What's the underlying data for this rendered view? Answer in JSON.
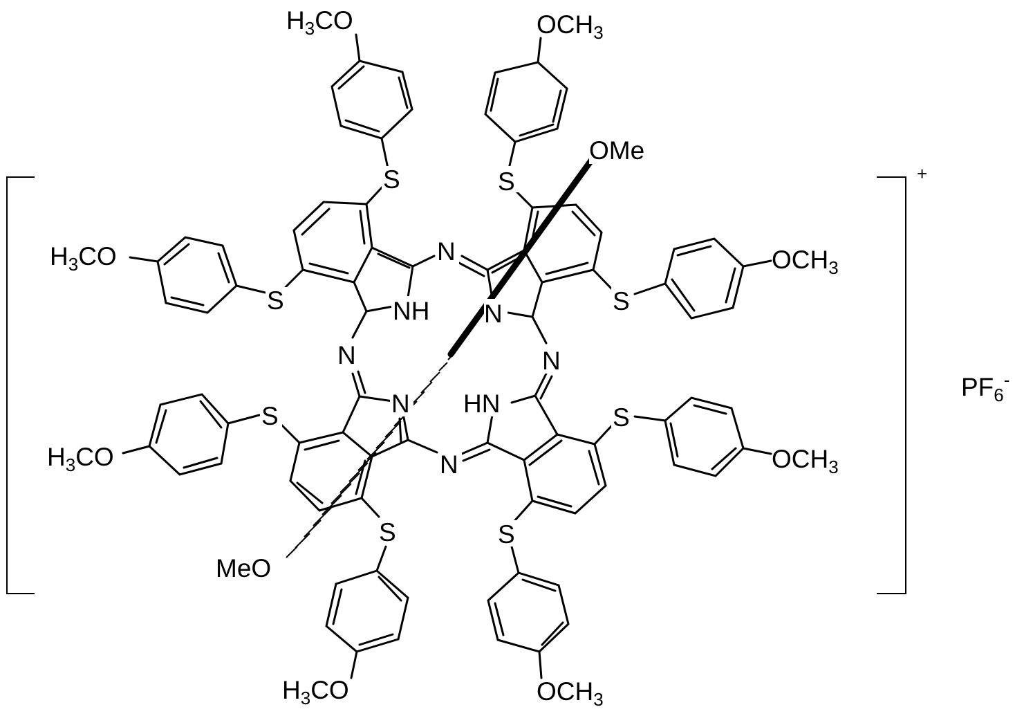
{
  "labels": {
    "h3co_top": "H3CO",
    "och3_top": "OCH3",
    "ome_top": "OMe",
    "h3co_upper_left": "H3CO",
    "och3_upper_right": "OCH3",
    "s1": "S",
    "s2": "S",
    "s3": "S",
    "s4": "S",
    "s5": "S",
    "s6": "S",
    "s7": "S",
    "s8": "S",
    "n_upper": "N",
    "nh_upper_left": "NH",
    "n_upper_right": "N",
    "n_left": "N",
    "n_right": "N",
    "n_center_left": "N",
    "hn_lower_right": "HN",
    "n_lower": "N",
    "h3co_lower_left": "H3CO",
    "och3_lower_right": "OCH3",
    "meo_bottom": "MeO",
    "h3co_bottom": "H3CO",
    "och3_bottom": "OCH3",
    "charge": "+",
    "counterion": "PF6-"
  }
}
